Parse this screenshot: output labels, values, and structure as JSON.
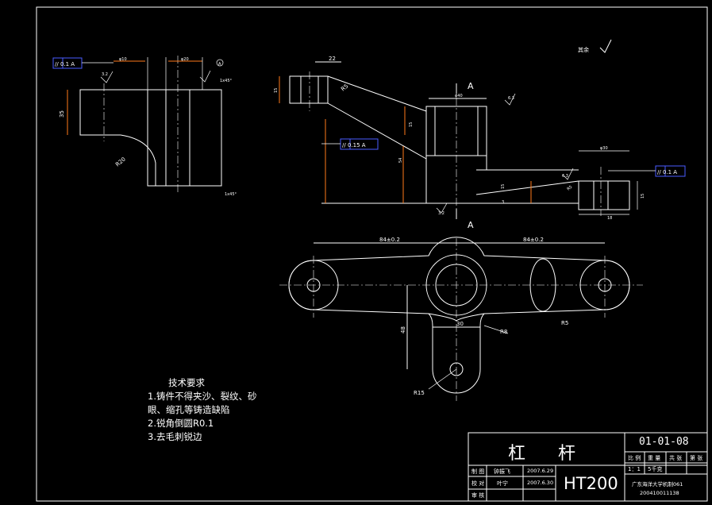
{
  "surface_note": "其余",
  "section_label": "A",
  "tech_requirements": {
    "title": "技术要求",
    "lines": [
      "1.铸件不得夹沙、裂纹、砂",
      "眼、缩孔等铸造缺陷",
      "2.锐角倒圆R0.1",
      "3.去毛刺锐边"
    ]
  },
  "title_block": {
    "part_name_1": "杠",
    "part_name_2": "杆",
    "drawing_no": "01-01-08",
    "material": "HT200",
    "header_cells": [
      "比 例",
      "重 量",
      "共 张",
      "第 张"
    ],
    "scale": "1：1",
    "sheet_text": "5千克",
    "rows": [
      {
        "label": "制 图",
        "name": "钟振飞",
        "date": "2007.6.29"
      },
      {
        "label": "校 对",
        "name": "叶宁",
        "date": "2007.6.30"
      },
      {
        "label": "审 核",
        "name": "",
        "date": ""
      }
    ],
    "school": "广东海洋大学机制061",
    "student_no": "200410011138"
  },
  "dimensions": {
    "d22": "22",
    "d15a": "15",
    "d15b": "15",
    "d15c": "15",
    "d15d": "15",
    "r5a": "R5",
    "r5b": "R5",
    "d40": "φ40",
    "d30": "φ30",
    "d54": "54",
    "d18": "18",
    "d84l": "84±0.2",
    "d84r": "84±0.2",
    "d30b": "30",
    "d48": "48",
    "r8": "R8",
    "r15": "R15",
    "r20": "R20",
    "c1x45a": "1x45°",
    "c1x45b": "1x45°",
    "d35": "35",
    "tol1": "// 0.1 A",
    "tol2": "// 0.15 A",
    "tol3": "// 0.1 A",
    "ra63a": "6.3",
    "ra63b": "6.3",
    "ra32": "3.2",
    "d10": "φ10",
    "d20": "φ20",
    "d3": "3"
  }
}
